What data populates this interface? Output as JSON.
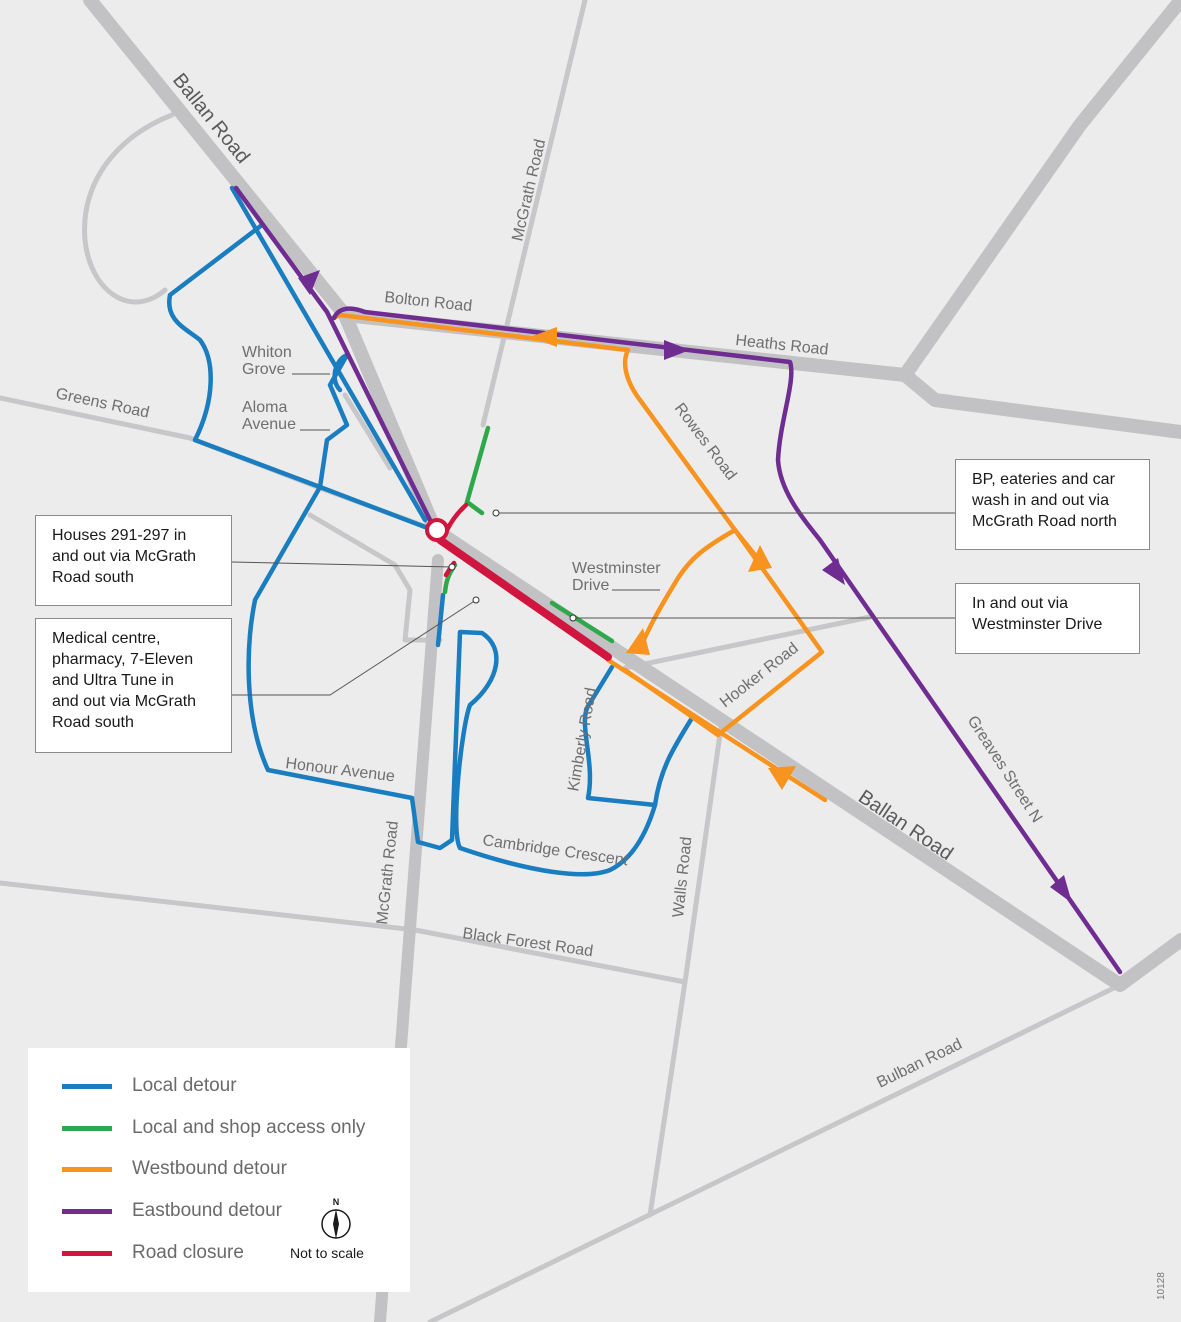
{
  "roads": {
    "ballan_road_nw": "Ballan Road",
    "ballan_road_se": "Ballan Road",
    "mcgrath_road_north": "McGrath Road",
    "mcgrath_road_south": "McGrath Road",
    "bolton_road": "Bolton Road",
    "heaths_road": "Heaths Road",
    "greens_road": "Greens Road",
    "whiton_grove": [
      "Whiton",
      "Grove"
    ],
    "aloma_avenue": [
      "Aloma",
      "Avenue"
    ],
    "rowes_road": "Rowes Road",
    "westminster_drive": [
      "Westminster",
      "Drive"
    ],
    "hooker_road": "Hooker Road",
    "kimberly_road": "Kimberly Road",
    "honour_avenue": "Honour Avenue",
    "cambridge_crescent": "Cambridge Crescent",
    "walls_road": "Walls Road",
    "black_forest_road": "Black Forest Road",
    "greaves_street": "Greaves Street N",
    "bulban_road": "Bulban Road"
  },
  "callouts": {
    "bp": "BP, eateries and car\nwash in and out via\nMcGrath Road north",
    "houses": "Houses 291-297 in\nand out via McGrath\nRoad south",
    "westminster": "In and out via\nWestminster Drive",
    "medical": "Medical centre,\npharmacy, 7-Eleven\nand Ultra Tune in\nand out via McGrath\nRoad south"
  },
  "legend": {
    "items": [
      {
        "label": "Local detour",
        "color": "#1a7dbf"
      },
      {
        "label": "Local and shop access only",
        "color": "#2ea84a"
      },
      {
        "label": "Westbound detour",
        "color": "#f7931e"
      },
      {
        "label": "Eastbound detour",
        "color": "#6f2c91"
      },
      {
        "label": "Road closure",
        "color": "#d0163f"
      }
    ],
    "north_letter": "N",
    "scale_note": "Not to scale"
  },
  "doc_id": "10128"
}
